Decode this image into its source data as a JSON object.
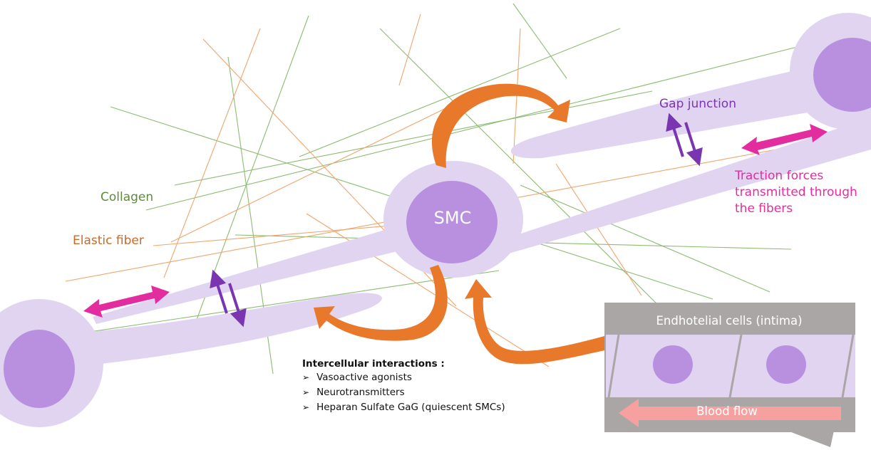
{
  "labels": {
    "smc": "SMC",
    "collagen": "Collagen",
    "elastic_fiber": "Elastic fiber",
    "gap_junction": "Gap junction",
    "traction_lines": [
      "Traction forces",
      "transmitted through",
      "the fibers"
    ],
    "endothelial": "Endhotelial cells (intima)",
    "blood_flow": "Blood flow"
  },
  "interactions": {
    "title": "Intercellular interactions :",
    "items": [
      "Vasoactive agonists",
      "Neurotransmitters",
      "Heparan Sulfate GaG (quiescent SMCs)"
    ]
  },
  "colors": {
    "cell_body": "#e0d4f0",
    "nucleus": "#b990e0",
    "collagen": "#8dbb72",
    "elastic": "#f0a56e",
    "orange_arrow": "#e8782a",
    "traction": "#e32d9e",
    "gap_arrow": "#7a36b0",
    "traction_text": "#e32d9e",
    "collagen_text": "#5e8a3a",
    "elastic_text": "#c86a28",
    "gap_text": "#7a36b0",
    "intima_box": "#aba6a6",
    "flow_arrow": "#f7a0a0"
  }
}
